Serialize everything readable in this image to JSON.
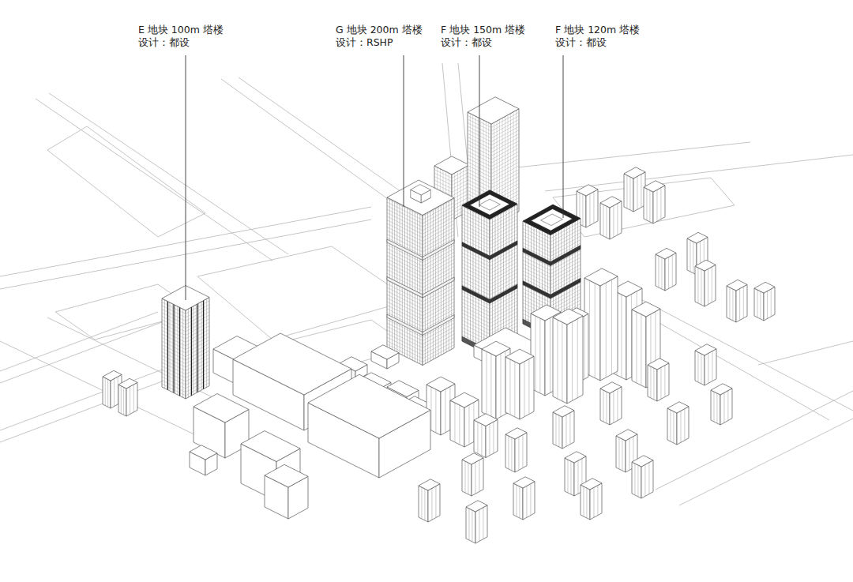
{
  "diagram": {
    "labels": [
      "E 地块 100m 塔楼",
      "设计：都设",
      "G 地块 200m 塔楼",
      "设计：RSHP",
      "F 地块 150m 塔楼",
      "设计：都设",
      "F 地块 120m 塔楼",
      "设计：都设"
    ]
  }
}
